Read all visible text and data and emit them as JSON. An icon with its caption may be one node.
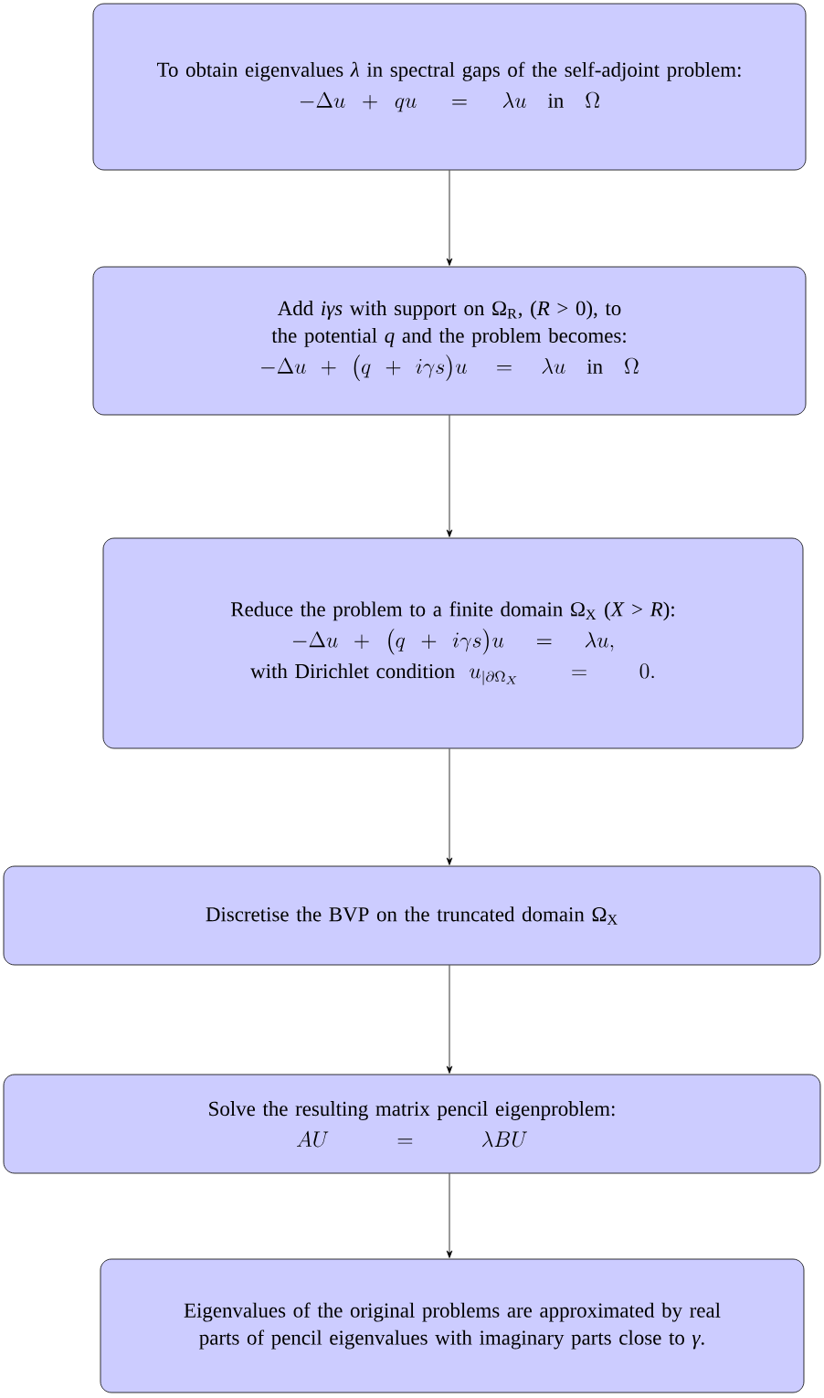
{
  "diagram": {
    "nodes": [
      {
        "text": [
          "To obtain eigenvalues *λ* in spectral gaps of the self-adjoint problem:",
          "-\\Delta u + qu = \\lambda u \\quad \\mathrm{in} \\quad \\Omega"
        ]
      },
      {
        "text": [
          "Add *iγs* with support on Ω$_{R}$, (*R* > 0), to the potential *q* and the problem becomes:",
          "-\\Delta u + \\big(q + i\\gamma s\\big)u = \\lambda u \\quad \\mathrm{in} \\quad \\Omega"
        ]
      },
      {
        "text": [
          "Reduce the problem to a finite domain Ω$_{X}$ (*X* > *R*):",
          "-\\Delta u + \\big(q + i\\gamma s\\big)u = \\lambda u,",
          "\\mbox{with Dirichlet condition }\\ u_{|\\partial\\Omega_X} \\;=\\; 0."
        ]
      },
      {
        "text": [
          "Discretise the BVP on the truncated domain Ω$_{X}$"
        ]
      },
      {
        "text": [
          "Solve the resulting matrix pencil eigenproblem:",
          "AU \\quad = \\quad \\lambda BU"
        ]
      },
      {
        "text": [
          "Eigenvalues of the original problems are approximated by real parts of pencil eigenvalues with imaginary parts close to *γ*."
        ]
      }
    ],
    "edges": [
      {
        "from": 0,
        "to": 1,
        "arrow": "to"
      },
      {
        "from": 1,
        "to": 2,
        "arrow": "to"
      },
      {
        "from": 2,
        "to": 3,
        "arrow": "to"
      },
      {
        "from": 3,
        "to": 4,
        "arrow": "to"
      },
      {
        "from": 4,
        "to": 5,
        "arrow": "to"
      }
    ]
  }
}
